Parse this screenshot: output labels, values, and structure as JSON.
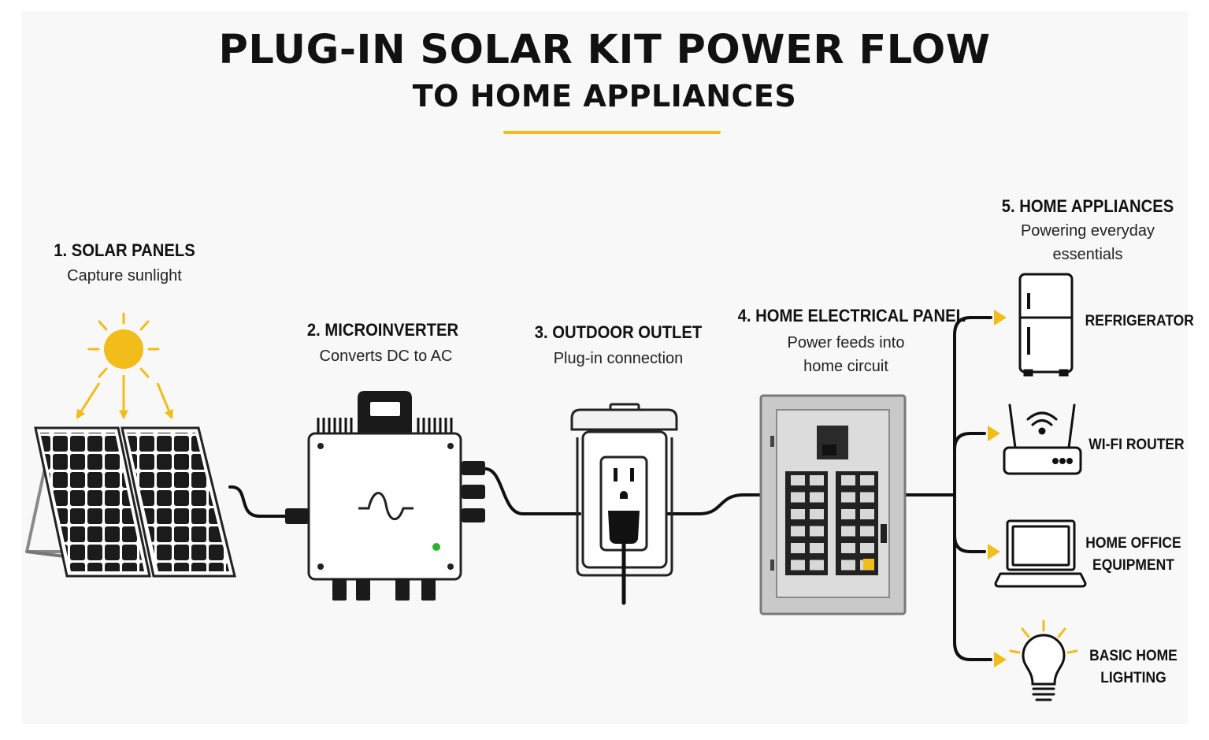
{
  "title": "PLUG-IN SOLAR KIT POWER FLOW",
  "subtitle": "TO HOME APPLIANCES",
  "colors": {
    "accent": "#f2bc1b",
    "line": "#111111",
    "panel_gray": "#c9c9c9",
    "led_green": "#2bb32b"
  },
  "steps": [
    {
      "heading": "1. SOLAR PANELS",
      "desc": "Capture sunlight",
      "icon": "solar-panels-icon"
    },
    {
      "heading": "2. MICROINVERTER",
      "desc": "Converts DC to AC",
      "icon": "microinverter-icon"
    },
    {
      "heading": "3. OUTDOOR OUTLET",
      "desc": "Plug-in connection",
      "icon": "outdoor-outlet-icon"
    },
    {
      "heading": "4. HOME ELECTRICAL PANEL",
      "desc_line1": "Power feeds into",
      "desc_line2": "home circuit",
      "icon": "electrical-panel-icon"
    },
    {
      "heading": "5. HOME APPLIANCES",
      "desc_line1": "Powering everyday",
      "desc_line2": "essentials"
    }
  ],
  "appliances": [
    {
      "label_line1": "REFRIGERATOR",
      "label_line2": "",
      "icon": "refrigerator-icon"
    },
    {
      "label_line1": "WI-FI ROUTER",
      "label_line2": "",
      "icon": "wifi-router-icon"
    },
    {
      "label_line1": "HOME OFFICE",
      "label_line2": "EQUIPMENT",
      "icon": "laptop-icon"
    },
    {
      "label_line1": "BASIC HOME",
      "label_line2": "LIGHTING",
      "icon": "light-bulb-icon"
    }
  ]
}
